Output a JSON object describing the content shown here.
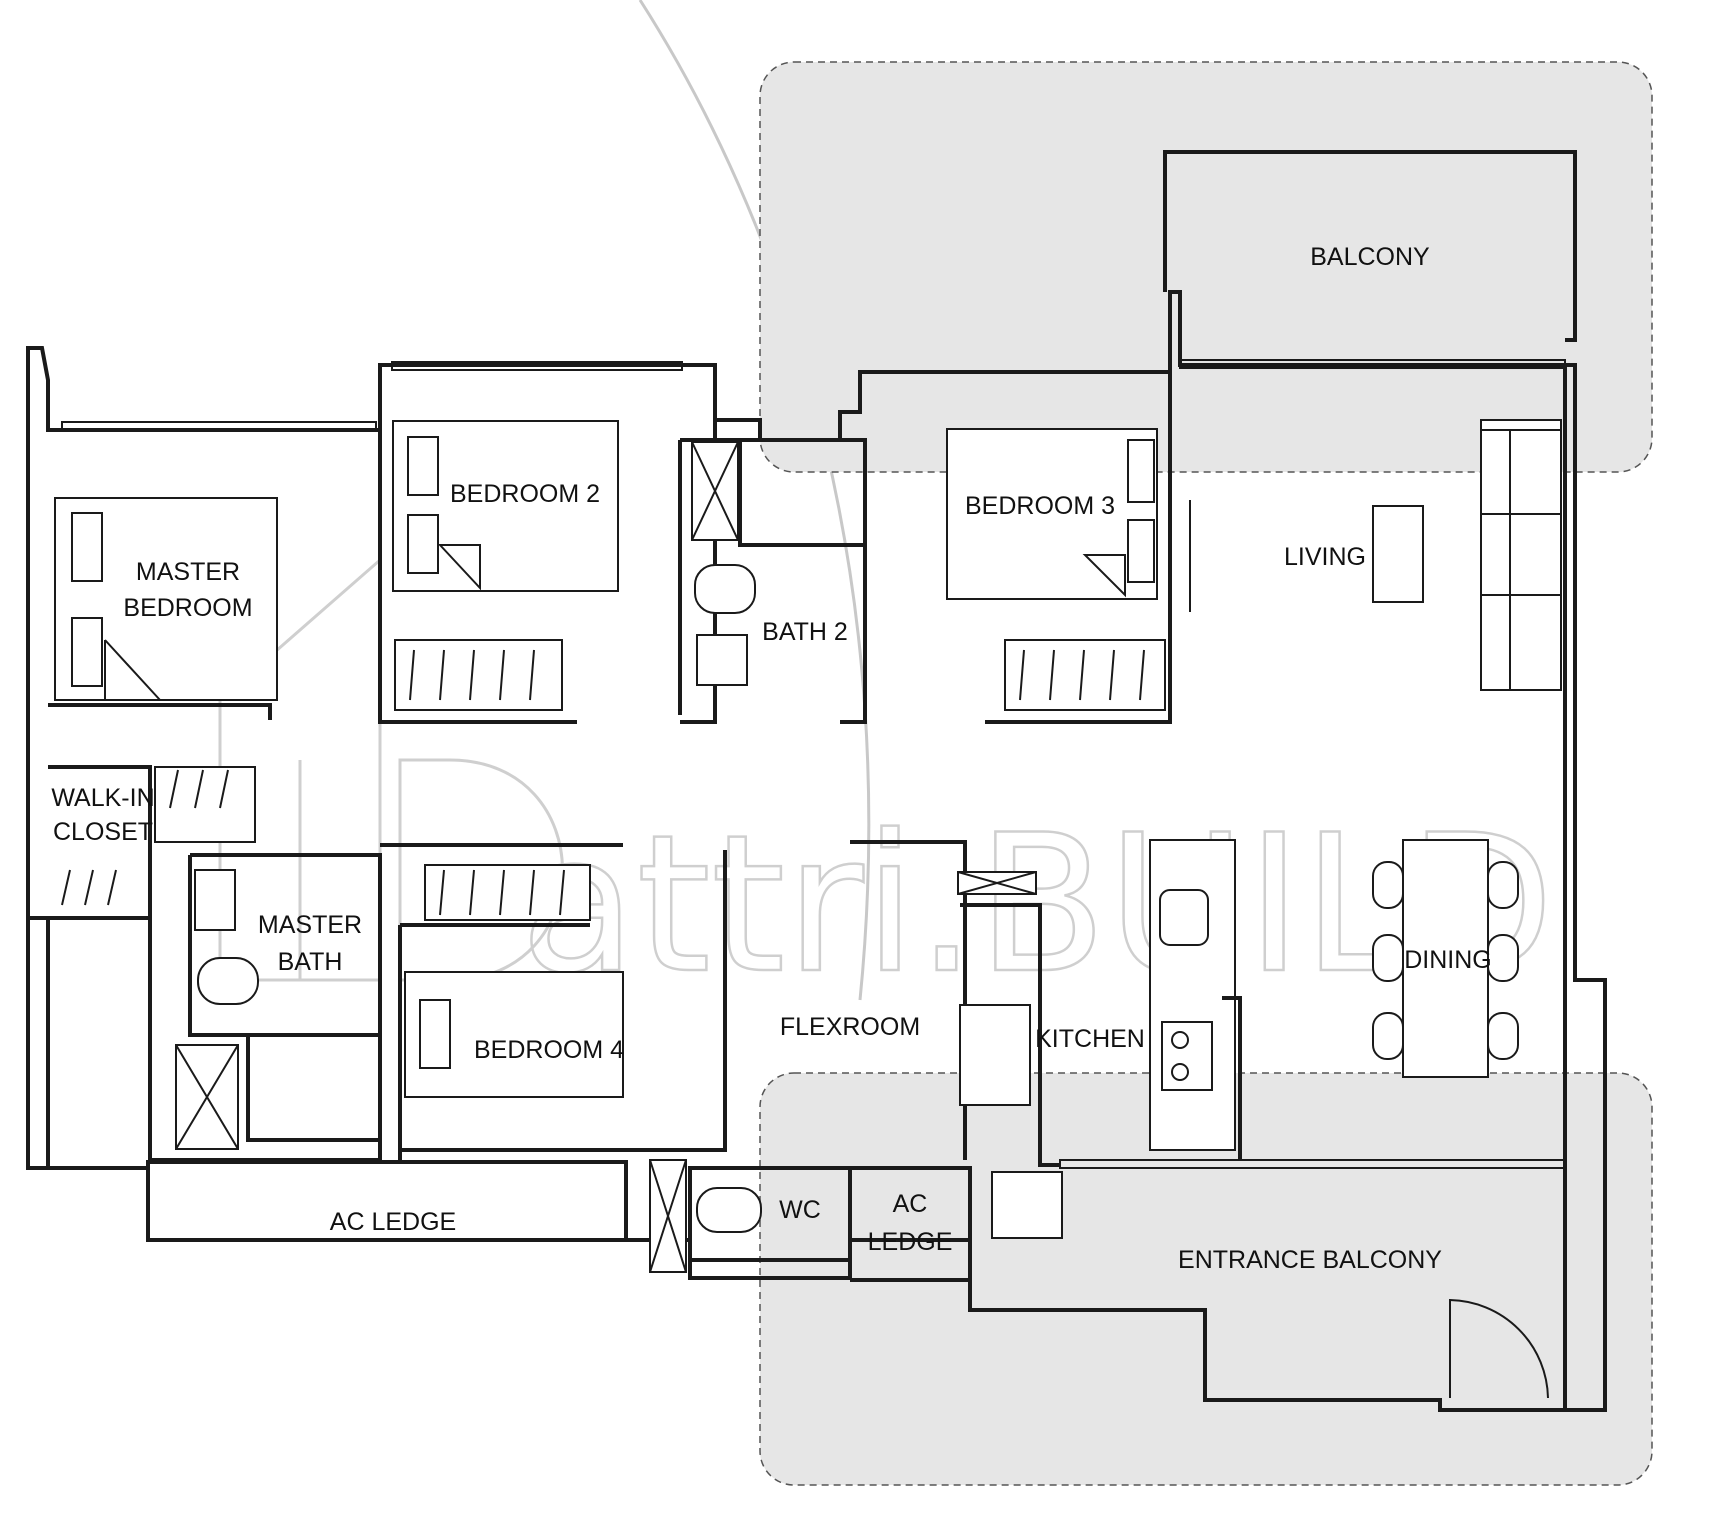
{
  "watermark": "attri.BUILD",
  "rooms": {
    "balcony": "BALCONY",
    "master_bedroom_1": "MASTER",
    "master_bedroom_2": "BEDROOM",
    "bedroom_2": "BEDROOM 2",
    "bath_2": "BATH 2",
    "bedroom_3": "BEDROOM 3",
    "living": "LIVING",
    "walk_in_1": "WALK-IN",
    "walk_in_2": "CLOSET",
    "master_bath_1": "MASTER",
    "master_bath_2": "BATH",
    "bedroom_4": "BEDROOM 4",
    "flexroom": "FLEXROOM",
    "kitchen": "KITCHEN",
    "dining": "DINING",
    "ac_ledge_left": "AC LEDGE",
    "wc": "WC",
    "ac_ledge_mid_1": "AC",
    "ac_ledge_mid_2": "LEDGE",
    "entrance_balcony": "ENTRANCE BALCONY"
  },
  "colors": {
    "wall": "#1a1a1a",
    "shaded_zone": "#e6e6e6",
    "watermark": "#cfcfcf"
  }
}
